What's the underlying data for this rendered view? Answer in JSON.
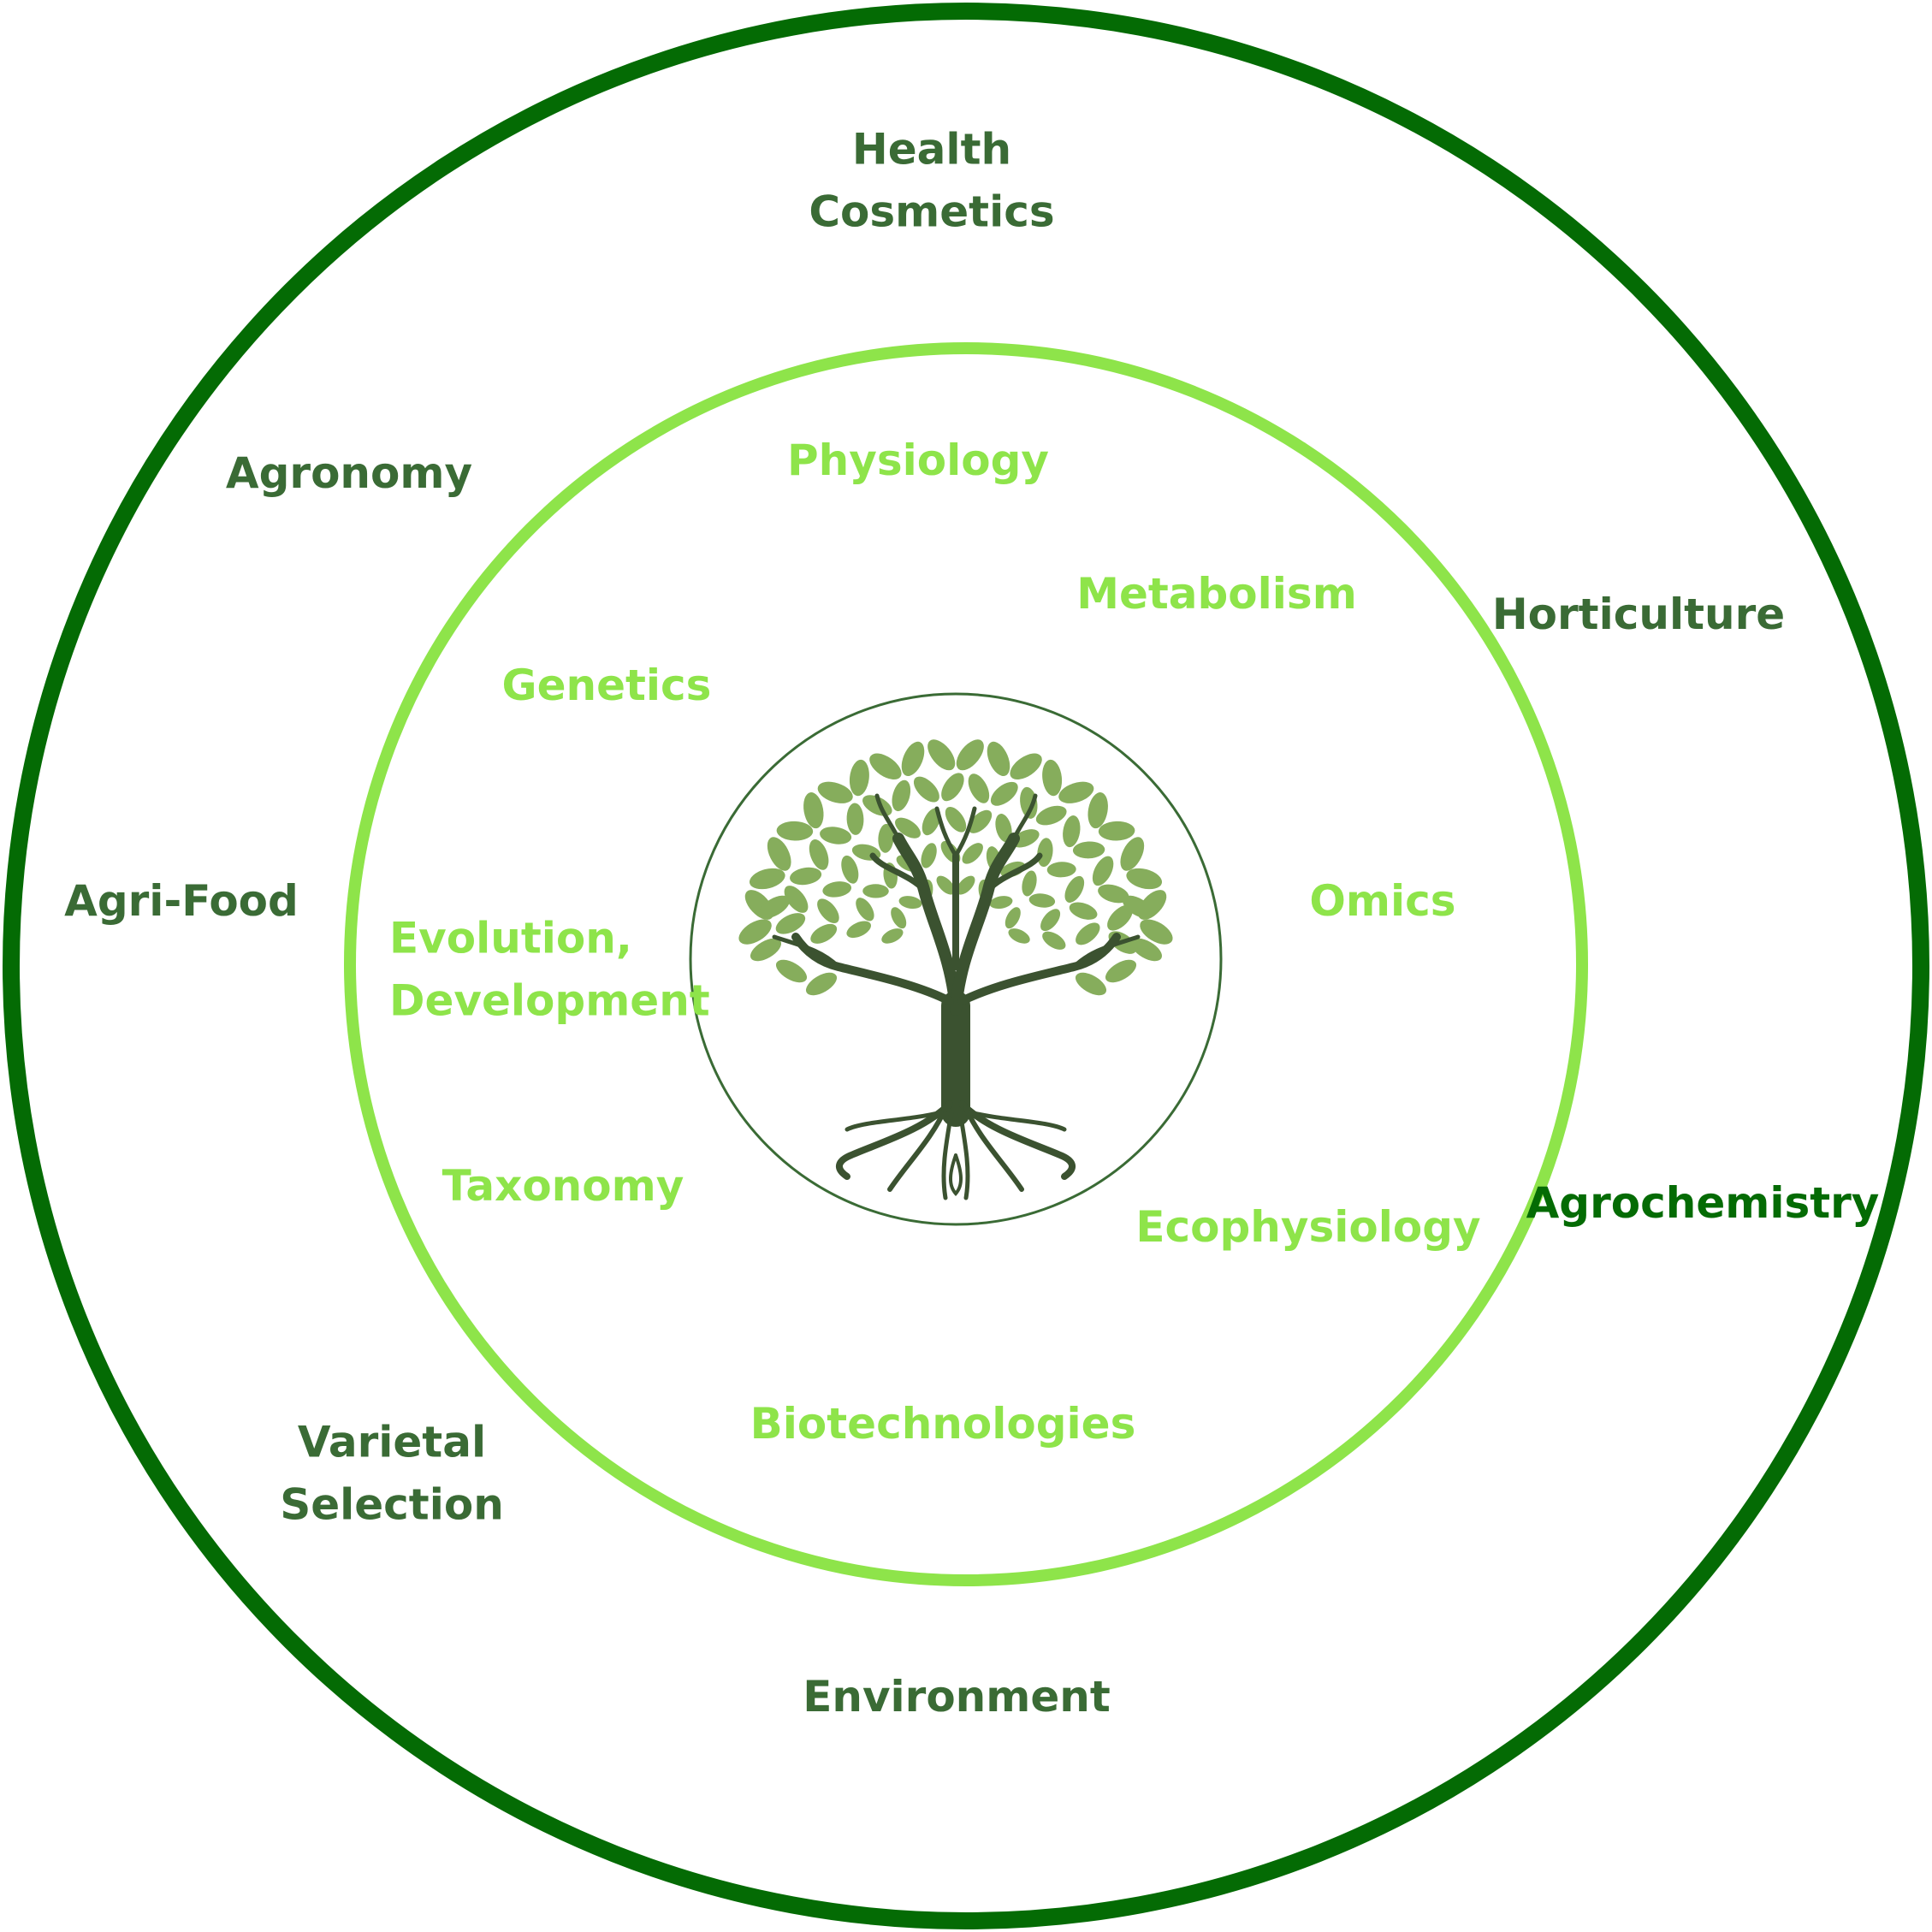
{
  "colors": {
    "outer_ring": "#046b04",
    "inner_ring": "#8ee44a",
    "center_ring": "#3a6b35",
    "outer_text": "#3a6b35",
    "inner_text": "#8ee44a",
    "tree_trunk": "#3b5230",
    "tree_leaves": "#86ad5c"
  },
  "center": {
    "icon": "tree-of-life-icon"
  },
  "outer_labels": {
    "health": "Health",
    "cosmetics": "Cosmetics",
    "agronomy": "Agronomy",
    "horticulture": "Horticulture",
    "agri_food": "Agri-Food",
    "agrochemistry": "Agrochemistry",
    "varietal": "Varietal",
    "selection": "Selection",
    "environment": "Environment"
  },
  "inner_labels": {
    "physiology": "Physiology",
    "metabolism": "Metabolism",
    "genetics": "Genetics",
    "omics": "Omics",
    "evolution": "Evolution,",
    "development": "Development",
    "taxonomy": "Taxonomy",
    "ecophysiology": "Ecophysiology",
    "biotechnologies": "Biotechnologies"
  }
}
